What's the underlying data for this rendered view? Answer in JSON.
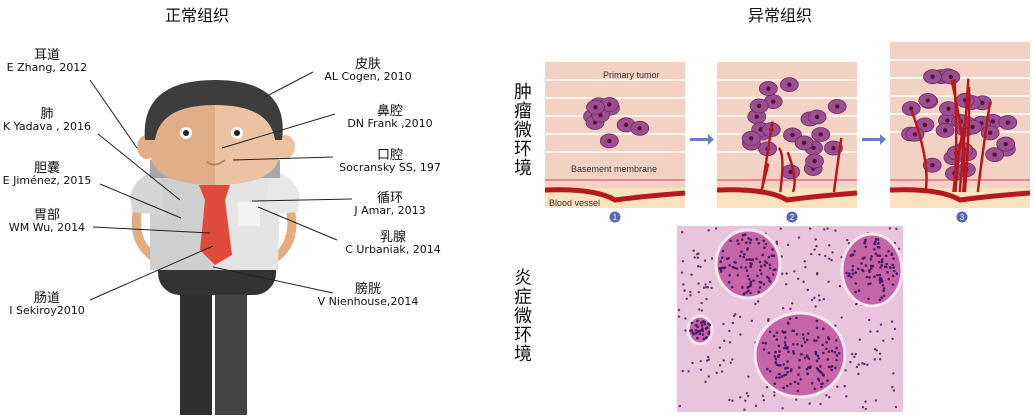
{
  "normal": {
    "title": "正常组织",
    "labels": [
      {
        "site": "耳道",
        "ref": "E Zhang, 2012"
      },
      {
        "site": "肺",
        "ref": "K Yadava , 2016"
      },
      {
        "site": "胆囊",
        "ref": "E Jiménez, 2015"
      },
      {
        "site": "胃部",
        "ref": "WM Wu, 2014"
      },
      {
        "site": "肠道",
        "ref": "I Sekiroy2010"
      },
      {
        "site": "皮肤",
        "ref": "AL Cogen, 2010"
      },
      {
        "site": "鼻腔",
        "ref": "DN Frank ,2010"
      },
      {
        "site": "口腔",
        "ref": "Socransky SS, 197"
      },
      {
        "site": "循环",
        "ref": "J Amar, 2013"
      },
      {
        "site": "乳腺",
        "ref": "C Urbaniak, 2014"
      },
      {
        "site": "膀胱",
        "ref": "V Nienhouse,2014"
      }
    ]
  },
  "abnormal": {
    "title": "异常组织",
    "tumor_label": "肿瘤微环境",
    "inflam_label": "炎症微环境",
    "panel_labels": {
      "tumor": "Primary tumor",
      "membrane": "Basement membrane",
      "vessel": "Blood vessel"
    },
    "steps": [
      "1",
      "2",
      "3"
    ]
  }
}
